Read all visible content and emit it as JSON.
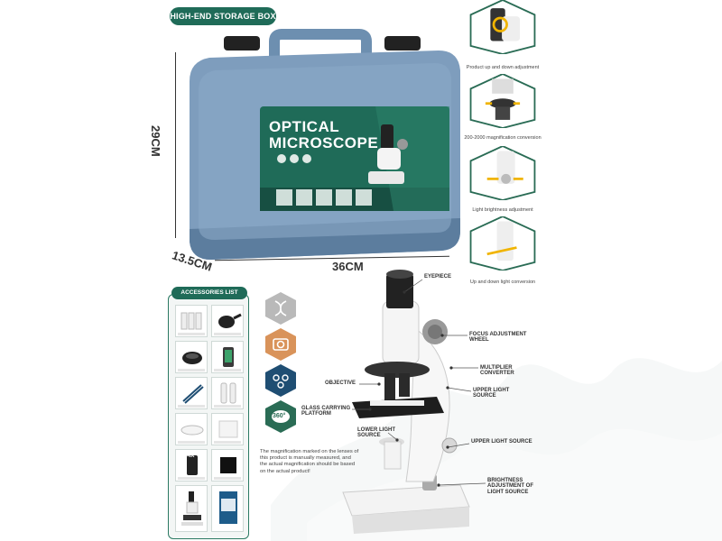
{
  "header": {
    "storage_box_label": "HIGH-END STORAGE BOX"
  },
  "case": {
    "title_line1": "OPTICAL",
    "title_line2": "MICROSCOPE",
    "dimensions": {
      "height": "29CM",
      "depth": "13.5CM",
      "width": "36CM"
    }
  },
  "features": [
    {
      "caption": "Product up and down adjustment"
    },
    {
      "caption": "200-2000 magnification conversion"
    },
    {
      "caption": "Light brightness adjustment"
    },
    {
      "caption": "Up and down light conversion"
    }
  ],
  "accessories": {
    "title": "ACCESSORIES LIST",
    "count_badge": "4X"
  },
  "feature_icons": [
    {
      "name": "dna-icon"
    },
    {
      "name": "camera-icon"
    },
    {
      "name": "molecule-icon"
    },
    {
      "name": "rotate-360-icon",
      "label": "360°"
    }
  ],
  "callouts": {
    "eyepiece": "EYEPIECE",
    "focus_wheel": "FOCUS ADJUSTMENT WHEEL",
    "multiplier": "MULTIPLIER CONVERTER",
    "objective": "OBJECTIVE",
    "upper_light_1": "UPPER LIGHT SOURCE",
    "platform": "GLASS CARRYING PLATFORM",
    "lower_light": "LOWER LIGHT SOURCE",
    "upper_light_2": "UPPER LIGHT SOURCE",
    "brightness": "BRIGHTNESS ADJUSTMENT OF LIGHT SOURCE"
  },
  "note": "The magnification marked on the lenses of this product is manually measured, and the actual magnification should be based on the actual product!",
  "colors": {
    "accent": "#1f6b58",
    "case_blue": "#7e9dbd",
    "case_dark": "#5c7d9e",
    "hex_gray": "#b9b9b9",
    "hex_orange": "#d9935a",
    "hex_navy": "#1f4e73",
    "hex_green": "#2a6c55"
  }
}
